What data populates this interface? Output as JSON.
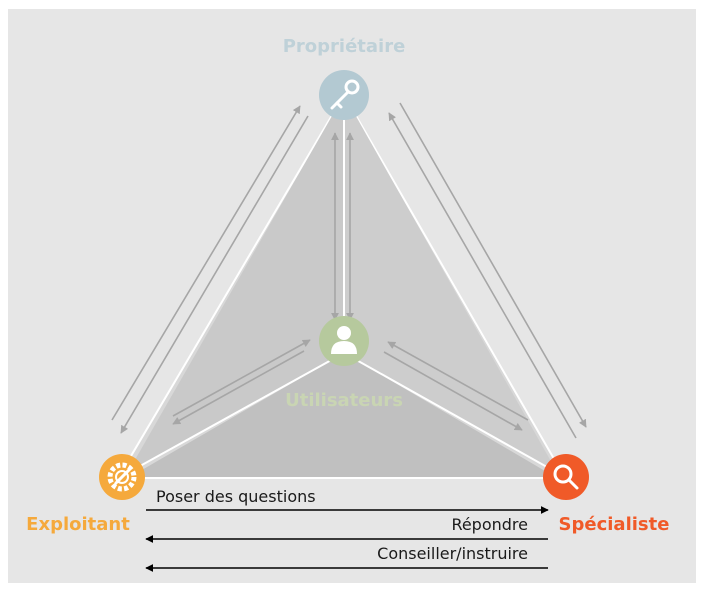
{
  "roles": {
    "owner": {
      "label": "Propriétaire",
      "icon": "key-icon",
      "color": "#b3c9d2",
      "label_color": "#bfd1d8"
    },
    "users": {
      "label": "Utilisateurs",
      "icon": "person-icon",
      "color": "#b6c99d",
      "label_color": "#c9d5b3"
    },
    "operator": {
      "label": "Exploitant",
      "icon": "gear-wrench-icon",
      "color": "#f5a93c",
      "label_color": "#f5a93c"
    },
    "specialist": {
      "label": "Spécialiste",
      "icon": "magnifier-icon",
      "color": "#f05a28",
      "label_color": "#f05a28"
    }
  },
  "flows": {
    "ask": "Poser des questions",
    "answer": "Répondre",
    "advise": "Conseiller/instruire"
  },
  "colors": {
    "panel_background": "#e6e6e6",
    "outer_triangle_fill": "#d8d8d8",
    "inner_triangle_fill": "#c2c2c2",
    "triangle_edge": "#ffffff",
    "relation_arrow": "#a6a6a6",
    "flow_arrow": "#000000"
  }
}
